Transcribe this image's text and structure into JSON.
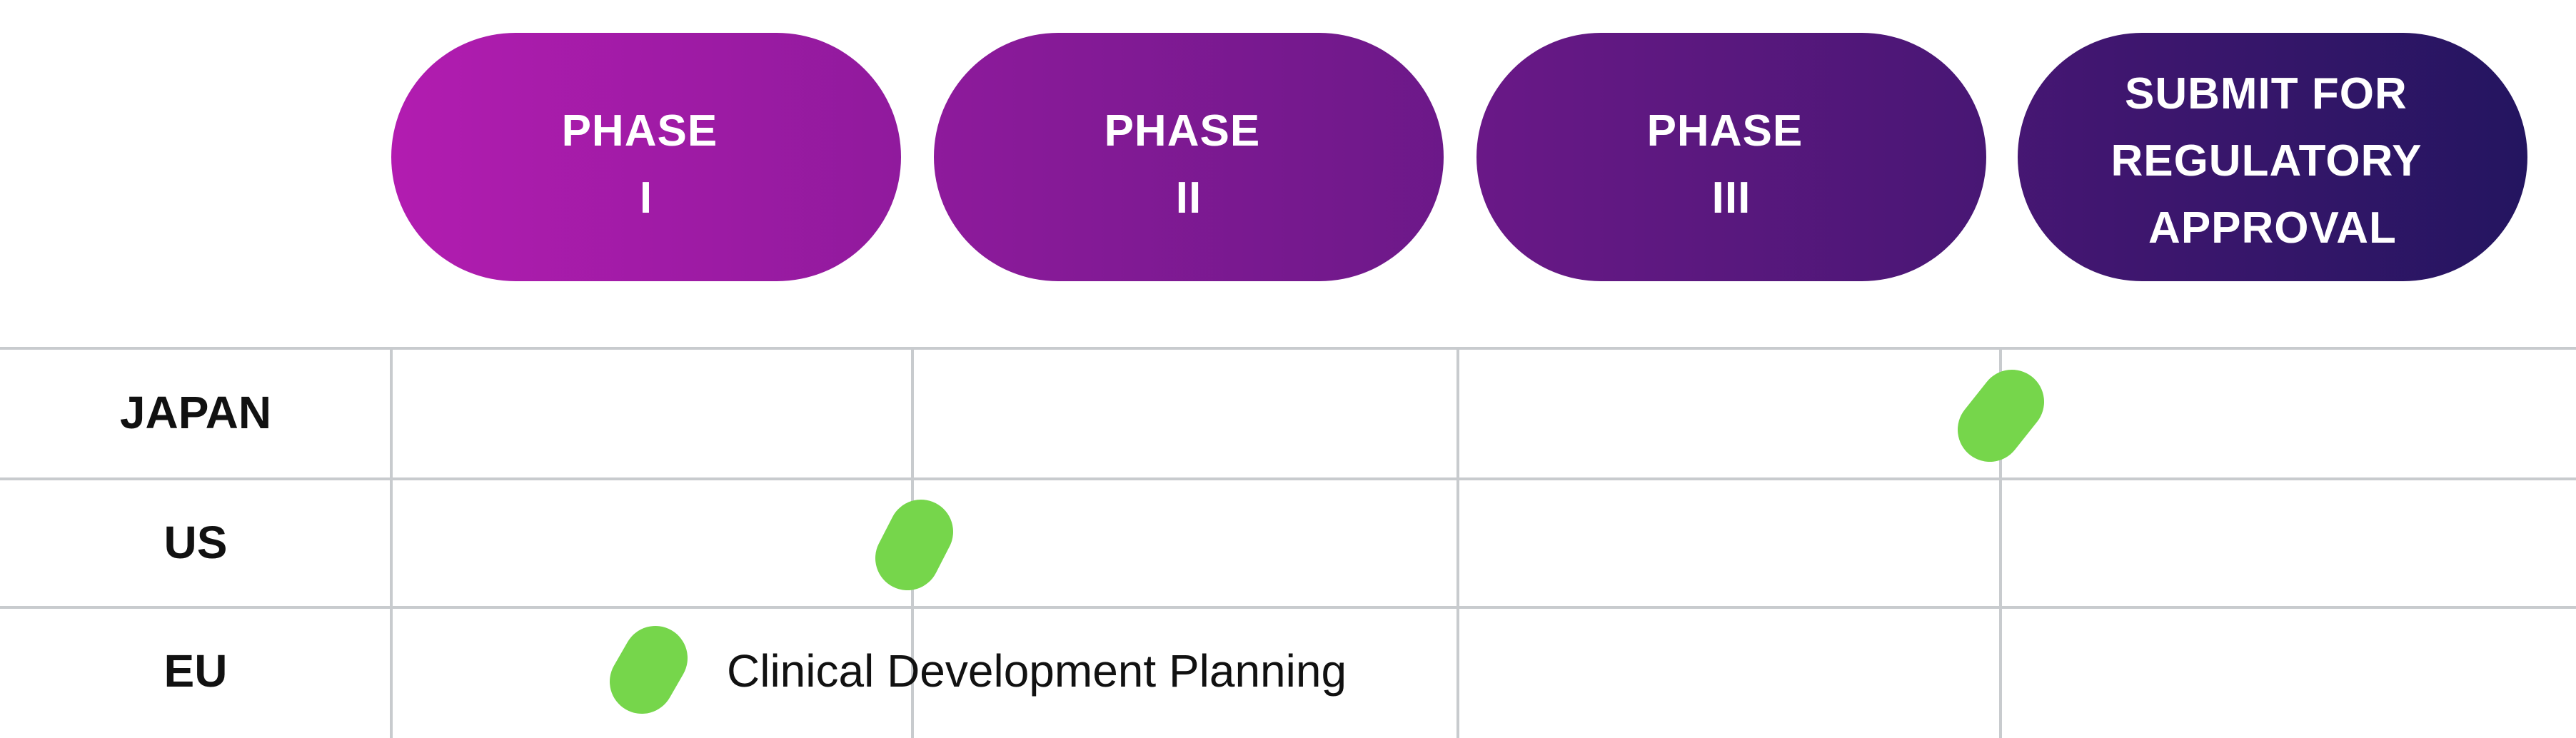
{
  "phases": [
    {
      "lines": [
        "PHASE",
        "I"
      ]
    },
    {
      "lines": [
        "PHASE",
        "II"
      ]
    },
    {
      "lines": [
        "PHASE",
        "III"
      ]
    },
    {
      "lines": [
        "SUBMIT FOR",
        "REGULATORY",
        "APPROVAL"
      ]
    }
  ],
  "rows": [
    {
      "label": "JAPAN"
    },
    {
      "label": "US"
    },
    {
      "label": "EU"
    }
  ],
  "markers": [
    {
      "row": "JAPAN",
      "phase_position": 3.0
    },
    {
      "row": "US",
      "phase_position": 1.0
    },
    {
      "row": "EU",
      "phase_position": 0.5
    }
  ],
  "annotation": "Clinical Development Planning",
  "colors": {
    "gradient_start": "#B21CB0",
    "gradient_end": "#241560",
    "marker": "#76D64B",
    "grid": "#C8CBCE",
    "label_text": "#111111"
  }
}
